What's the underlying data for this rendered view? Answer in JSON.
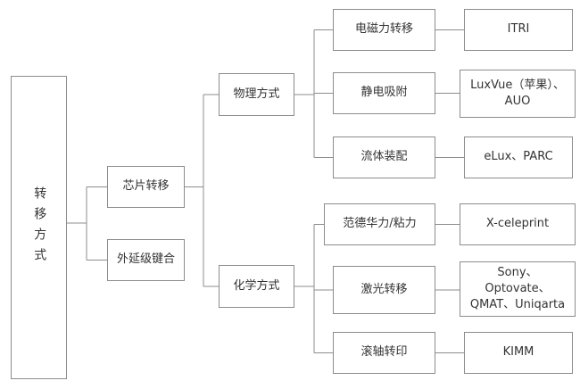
{
  "diagram": {
    "type": "tree-flowchart",
    "colors": {
      "border": "#8c8c8c",
      "text": "#333333",
      "background": "#ffffff",
      "line": "#8c8c8c"
    },
    "nodes": {
      "root": "转移方式",
      "chip_transfer": "芯片转移",
      "epitaxial_bonding": "外延级键合",
      "physical": "物理方式",
      "chemical": "化学方式",
      "electromagnetic": "电磁力转移",
      "electrostatic": "静电吸附",
      "fluid": "流体装配",
      "vdw": "范德华力/粘力",
      "laser": "激光转移",
      "roller": "滚轴转印",
      "itri": "ITRI",
      "luxvue": "LuxVue（苹果）、AUO",
      "elux": "eLux、PARC",
      "xceleprint": "X-celeprint",
      "sony": "Sony、Optovate、QMAT、Uniqarta",
      "kimm": "KIMM"
    },
    "edges": [
      [
        "转移方式",
        "芯片转移"
      ],
      [
        "转移方式",
        "外延级键合"
      ],
      [
        "芯片转移",
        "物理方式"
      ],
      [
        "芯片转移",
        "化学方式"
      ],
      [
        "物理方式",
        "电磁力转移"
      ],
      [
        "物理方式",
        "静电吸附"
      ],
      [
        "物理方式",
        "流体装配"
      ],
      [
        "化学方式",
        "范德华力/粘力"
      ],
      [
        "化学方式",
        "激光转移"
      ],
      [
        "化学方式",
        "滚轴转印"
      ],
      [
        "电磁力转移",
        "ITRI"
      ],
      [
        "静电吸附",
        "LuxVue（苹果）、AUO"
      ],
      [
        "流体装配",
        "eLux、PARC"
      ],
      [
        "范德华力/粘力",
        "X-celeprint"
      ],
      [
        "激光转移",
        "Sony、Optovate、QMAT、Uniqarta"
      ],
      [
        "滚轴转印",
        "KIMM"
      ]
    ]
  }
}
